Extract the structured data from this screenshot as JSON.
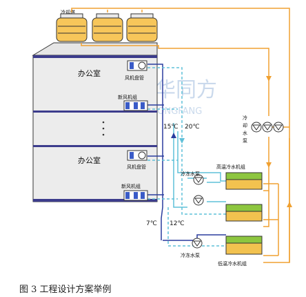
{
  "diagram": {
    "cooling_tower_label": "冷却塔",
    "rooms": [
      {
        "name": "办公室",
        "fan_coil": "风机盘管",
        "fresh_air": "新风机组"
      },
      {
        "name": "办公室",
        "fan_coil": "风机盘管",
        "fresh_air": "新风机组"
      }
    ],
    "ellipsis": "·\n·\n·",
    "temps_high": {
      "supply": "15℃",
      "return": "20℃"
    },
    "temps_low": {
      "supply": "7℃",
      "return": "12℃"
    },
    "cooling_water_pump": "冷却水泵",
    "chilled_pump_high": "冷冻水泵",
    "chiller_high": "高温冷水机组",
    "chilled_pump_low": "冷冻水泵",
    "chiller_low": "低温冷水机组",
    "watermark": "华同方",
    "watermark_en": "HUA TONGFANG"
  },
  "caption": "图 3  工程设计方案举例",
  "colors": {
    "orange": "#F0A030",
    "blue": "#2A3C9E",
    "cyan": "#5FC0D8",
    "chiller_top": "#8DC63F",
    "chiller_bottom": "#F2C24F",
    "tower": "#F7C65A"
  }
}
